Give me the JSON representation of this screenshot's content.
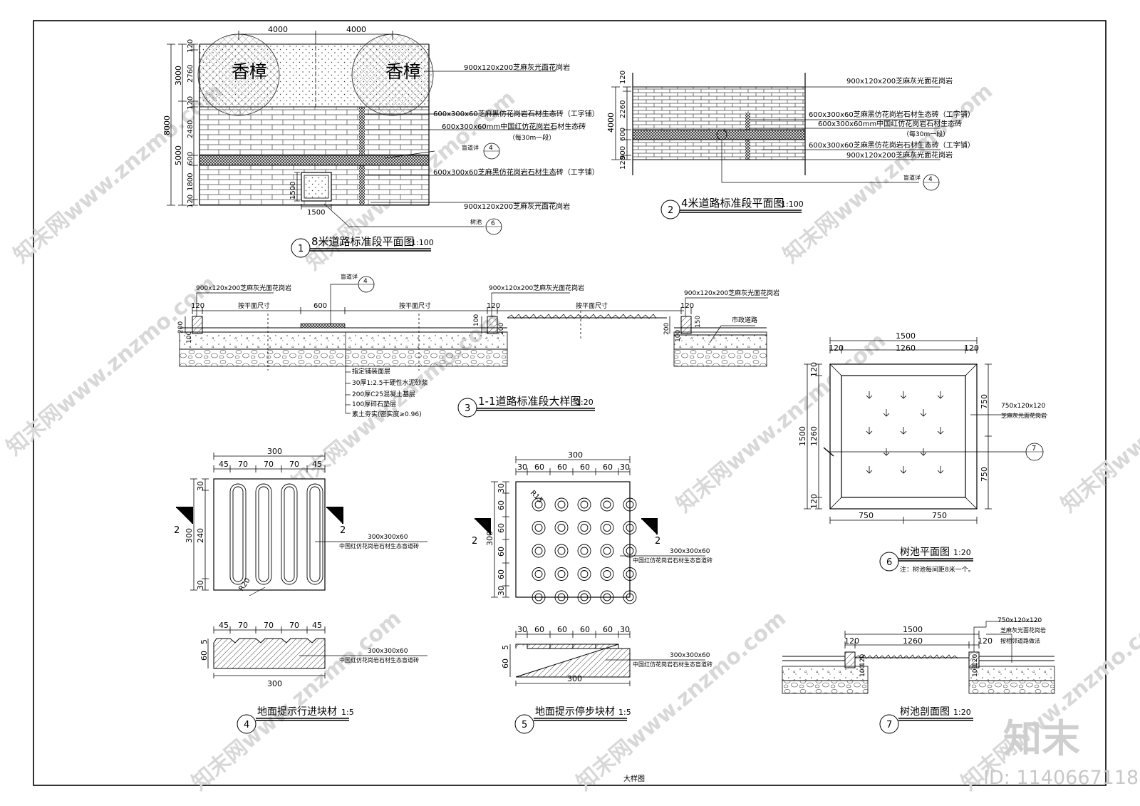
{
  "sheet_title": "大样图",
  "brand": {
    "logo": "知末",
    "id": "ID: 1140667118",
    "watermark": "知末网www.znzmo.com"
  },
  "d1": {
    "no": "1",
    "title": "8米道路标准段平面图",
    "scale": "1:100",
    "tree": "香樟",
    "top_dims": [
      "4000",
      "4000"
    ],
    "left_dims_inner": [
      "120",
      "2760",
      "120",
      "2480",
      "600",
      "1800",
      "120"
    ],
    "left_dims_mid": [
      "3000",
      "5000"
    ],
    "left_dim_total": "8000",
    "pit_dims": [
      "1500",
      "1500"
    ],
    "labels": [
      "900x120x200芝麻灰光面花岗岩",
      "600x300x60芝麻黑仿花岗岩石材生态砖（工字铺）",
      "600x300x60mm中国红仿花岗岩石材生态砖",
      "（每30m一段）",
      "600x300x60芝麻黑仿花岗岩石材生态砖（工字铺）",
      "900x120x200芝麻灰光面花岗岩"
    ],
    "ref_blind": {
      "text": "盲道详",
      "num": "4"
    },
    "ref_pit": {
      "text": "树池",
      "num": "6"
    }
  },
  "d2": {
    "no": "2",
    "title": "4米道路标准段平面图",
    "scale": "1:100",
    "left_dims": [
      "120",
      "2260",
      "600",
      "900",
      "120"
    ],
    "left_dim_total": "4000",
    "labels": [
      "900x120x200芝麻灰光面花岗岩",
      "600x300x60芝麻黑仿花岗岩石材生态砖（工字铺）",
      "600x300x60mm中国红仿花岗岩石材生态砖",
      "（每30m一段）",
      "600x300x60芝麻黑仿花岗岩石材生态砖（工字铺）",
      "900x120x200芝麻灰光面花岗岩"
    ],
    "ref": {
      "text": "盲道详",
      "num": "4"
    }
  },
  "d3": {
    "no": "3",
    "title": "1-1道路标准段大样图",
    "scale": "1:20",
    "top_labels": [
      "900x120x200芝麻灰光面花岗岩",
      "900x120x200芝麻灰光面花岗岩",
      "900x120x200芝麻灰光面花岗岩"
    ],
    "dims": [
      "120",
      "按平面尺寸",
      "600",
      "按平面尺寸",
      "120",
      "按平面尺寸",
      "120"
    ],
    "small_dims": [
      "200",
      "100",
      "100",
      "200",
      "100",
      "200",
      "150"
    ],
    "ref": {
      "text": "盲道详",
      "num": "4"
    },
    "road": "市政道路",
    "layers": [
      "指定铺装面层",
      "30厚1:2.5干硬性水泥砂浆",
      "200厚C25混凝土基层",
      "100厚碎石垫层",
      "素土夯实(密实度≥0.96)"
    ]
  },
  "d4": {
    "no": "4",
    "title": "地面提示行进块材",
    "scale": "1:5",
    "top_total": "300",
    "top_dims": [
      "45",
      "70",
      "70",
      "70",
      "45"
    ],
    "left_dims": [
      "30",
      "240",
      "30"
    ],
    "left_total": "300",
    "section": "2",
    "radius": "R20",
    "spec": "300x300x60",
    "material": "中国红仿花岗岩石材生态盲道砖",
    "sec_dims": [
      "45",
      "70",
      "70",
      "70",
      "45"
    ],
    "sec_heights": [
      "60",
      "5"
    ],
    "sec_bottom": "300",
    "sec_spec": "300x300x60",
    "sec_material": "中国红仿花岗岩石材生态盲道砖"
  },
  "d5": {
    "no": "5",
    "title": "地面提示停步块材",
    "scale": "1:5",
    "top_total": "300",
    "top_dims": [
      "30",
      "60",
      "60",
      "60",
      "60",
      "30"
    ],
    "left_dims": [
      "30",
      "60",
      "60",
      "60",
      "60",
      "30"
    ],
    "left_total": "300",
    "section": "2",
    "radius": "R13",
    "spec": "300x300x60",
    "material": "中国红仿花岗岩石材生态盲道砖",
    "sec_dims": [
      "30",
      "60",
      "60",
      "60",
      "60",
      "30"
    ],
    "sec_heights": [
      "60",
      "5"
    ],
    "sec_bottom": "300",
    "sec_spec": "300x300x60",
    "sec_material": "中国红仿花岗岩石材生态盲道砖"
  },
  "d6": {
    "no": "6",
    "title": "树池平面图",
    "scale": "1:20",
    "top_total": "1500",
    "top_dims": [
      "120",
      "1260",
      "120"
    ],
    "bottom_dims": [
      "750",
      "750"
    ],
    "left_dims": [
      "120",
      "1260",
      "120"
    ],
    "left_total": "1500",
    "right_dims": [
      "750",
      "750"
    ],
    "spec": "750x120x120",
    "material": "芝麻灰光面花岗岩",
    "ref": "7",
    "note": "注：树池每间距8米一个。"
  },
  "d7": {
    "no": "7",
    "title": "树池剖面图",
    "scale": "1:20",
    "top_total": "1500",
    "top_dims": [
      "120",
      "1260",
      "120"
    ],
    "heights": [
      "120",
      "100",
      "120",
      "100"
    ],
    "spec": "750x120x120",
    "material": "芝麻灰光面花岗岩",
    "note": "按相邻道路做法"
  }
}
